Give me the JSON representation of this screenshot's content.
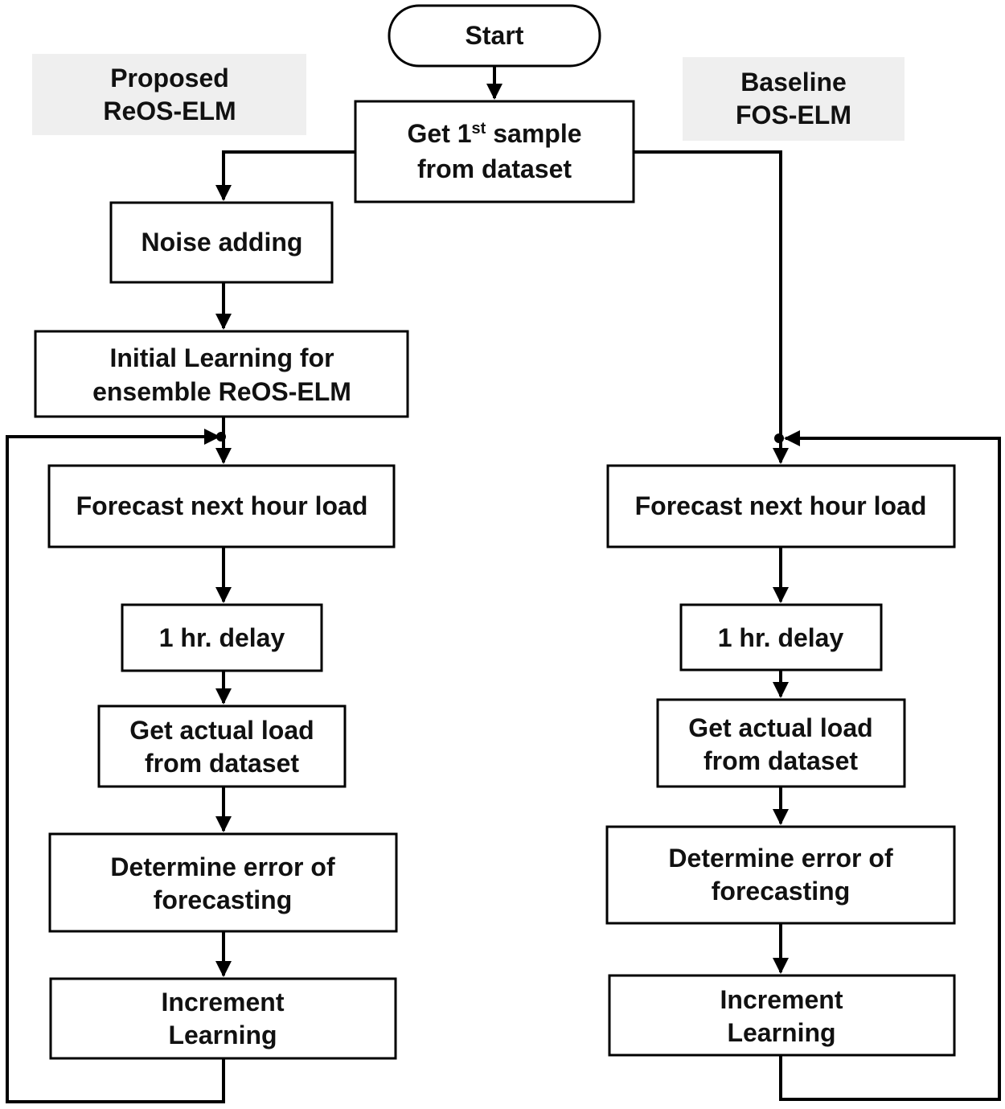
{
  "start": "Start",
  "labels": {
    "proposed": [
      "Proposed",
      "ReOS-ELM"
    ],
    "baseline": [
      "Baseline",
      "FOS-ELM"
    ]
  },
  "first_sample": {
    "pre": "Get 1",
    "sup": "st",
    "post": " sample",
    "line2": "from dataset"
  },
  "left": {
    "noise": "Noise adding",
    "initial": [
      "Initial Learning for",
      "ensemble ReOS-ELM"
    ],
    "forecast": "Forecast next hour load",
    "delay": "1 hr. delay",
    "actual": [
      "Get actual load",
      "from dataset"
    ],
    "error": [
      "Determine error of",
      "forecasting"
    ],
    "increment": [
      "Increment",
      "Learning"
    ]
  },
  "right": {
    "forecast": "Forecast next hour load",
    "delay": "1 hr. delay",
    "actual": [
      "Get actual load",
      "from dataset"
    ],
    "error": [
      "Determine error of",
      "forecasting"
    ],
    "increment": [
      "Increment",
      "Learning"
    ]
  }
}
